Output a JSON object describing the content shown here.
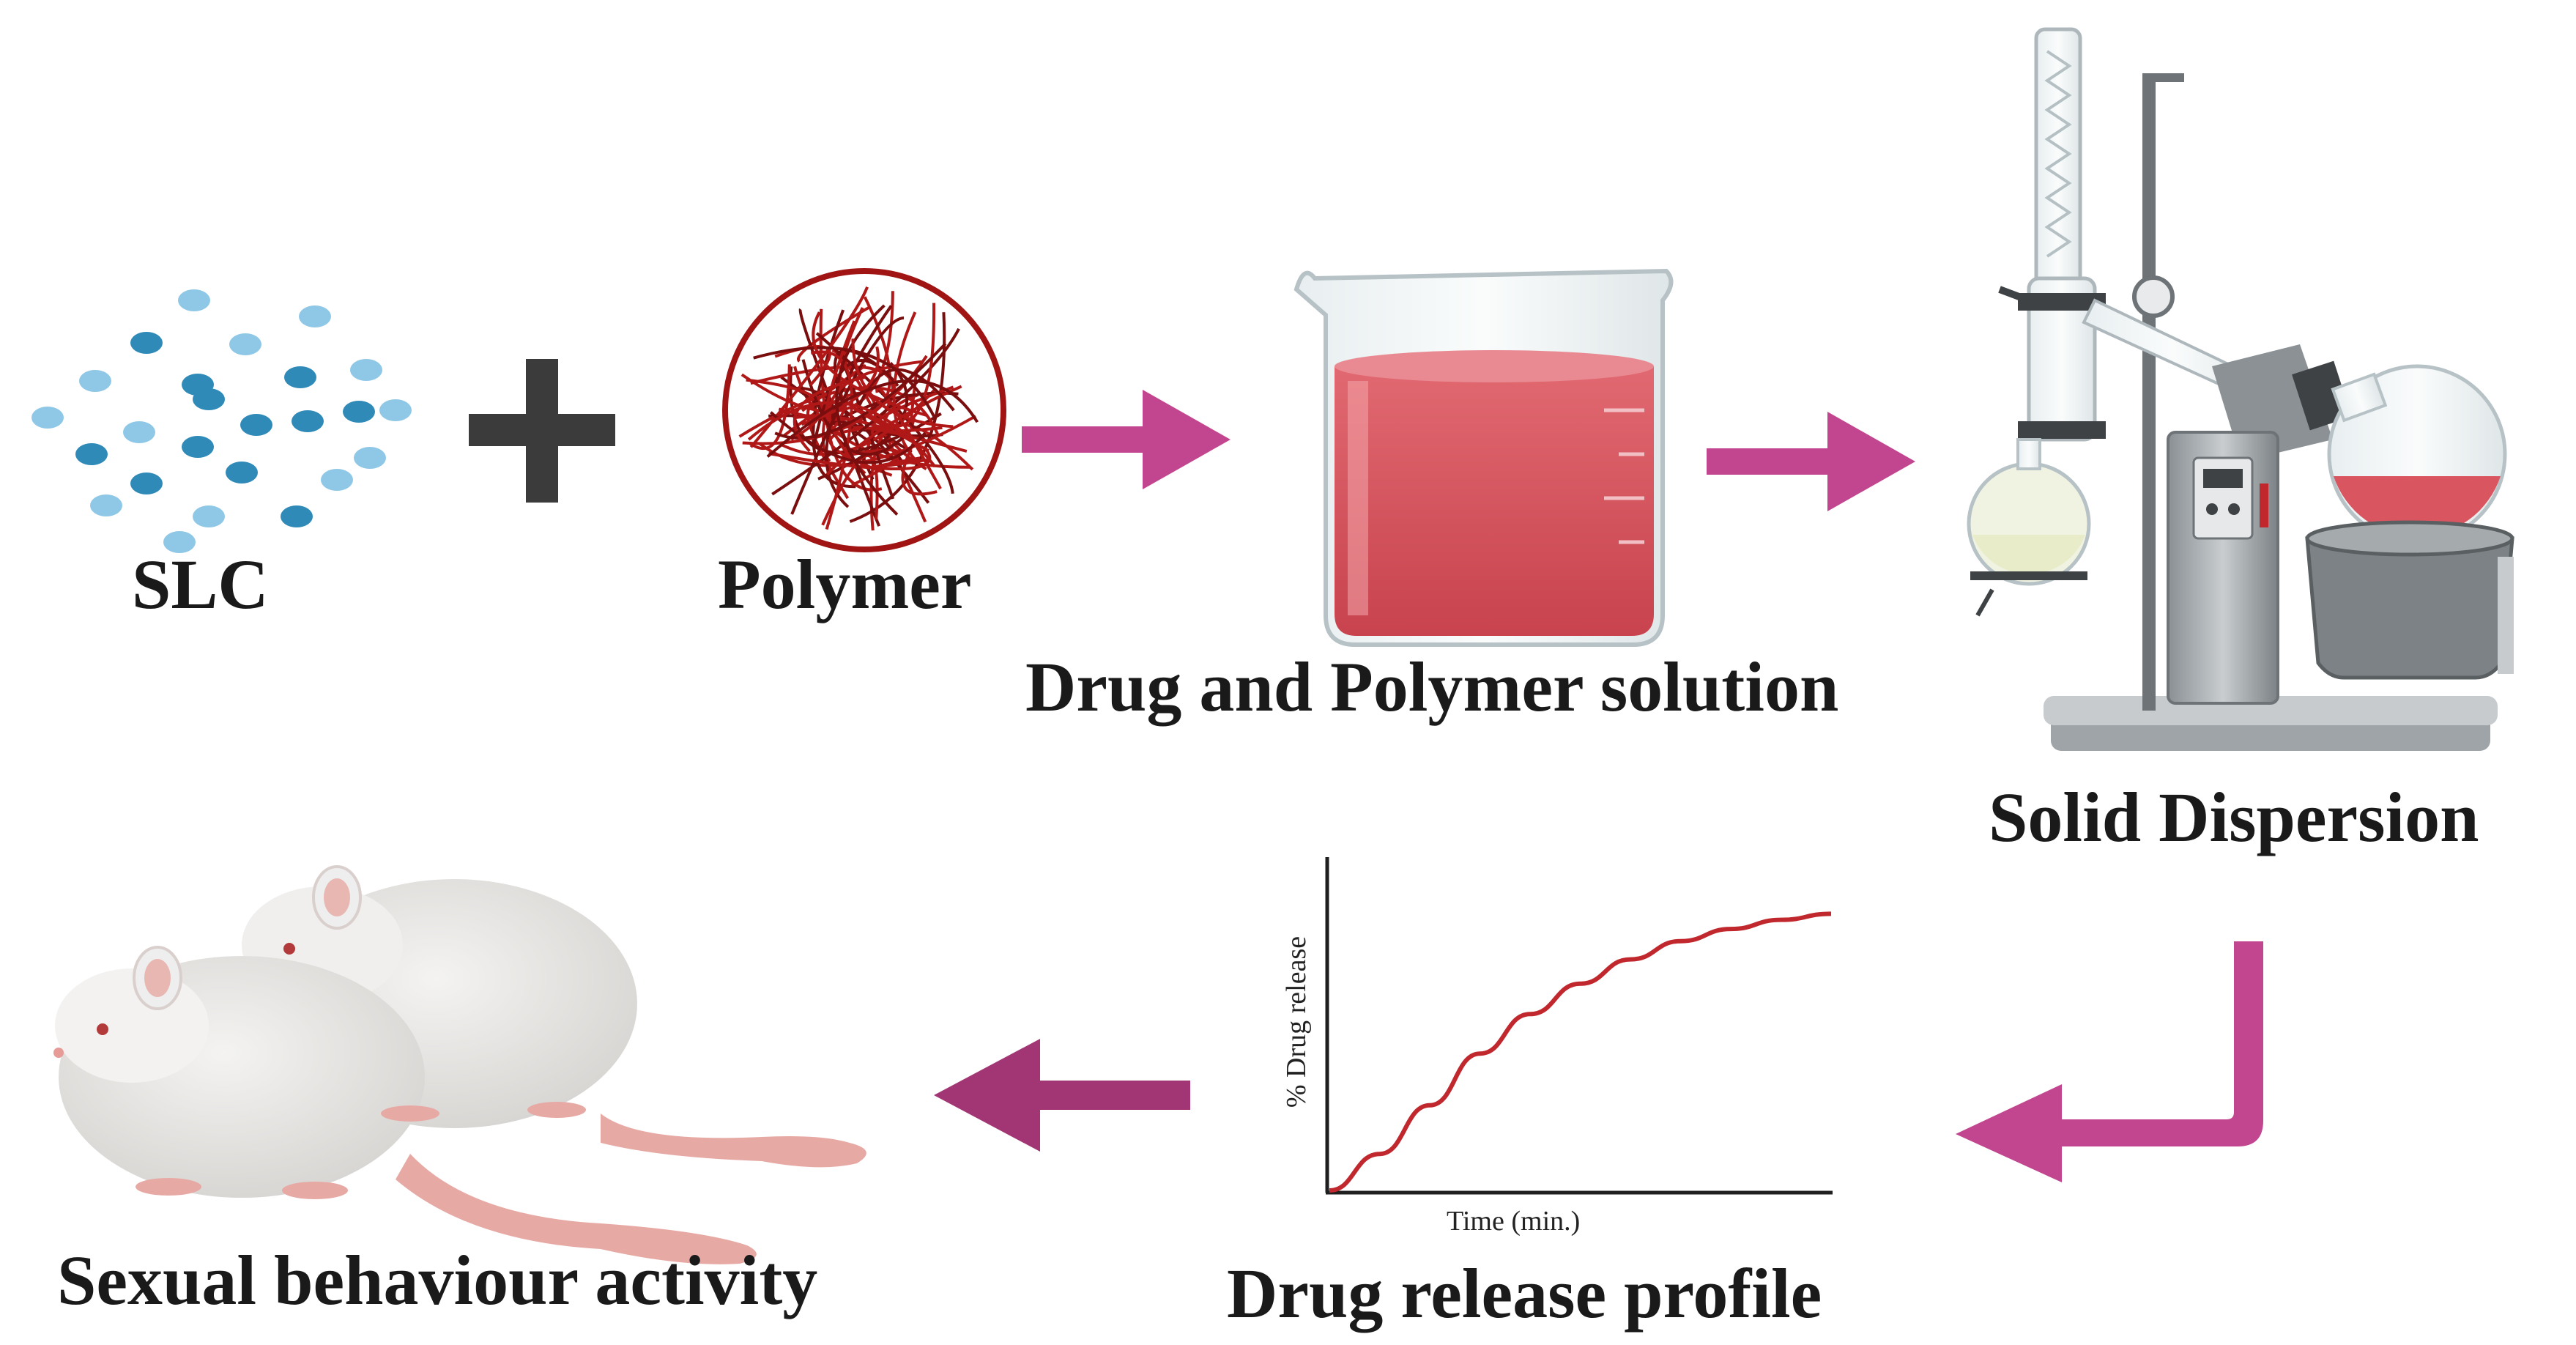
{
  "labels": {
    "slc": "SLC",
    "polymer": "Polymer",
    "solution": "Drug and Polymer solution",
    "dispersion": "Solid Dispersion",
    "profile": "Drug release profile",
    "sexual": "Sexual behaviour activity"
  },
  "chart_data": {
    "type": "line",
    "title": "Drug release profile",
    "xlabel": "Time (min.)",
    "ylabel": "% Drug release",
    "series": [
      {
        "values_x": [
          0,
          10,
          20,
          30,
          40,
          50,
          60,
          70,
          80,
          90,
          100
        ],
        "values_y": [
          0,
          12,
          28,
          45,
          58,
          68,
          76,
          82,
          86,
          89,
          91
        ]
      }
    ],
    "grid": false
  },
  "colors": {
    "arrow": "#c2458f",
    "arrow_dark": "#a23574",
    "liquid": "#d9555f",
    "polymer": "#b01818",
    "curve": "#c0282e",
    "dot_light": "#8fc8e6",
    "dot_dark": "#2f8ab8"
  }
}
